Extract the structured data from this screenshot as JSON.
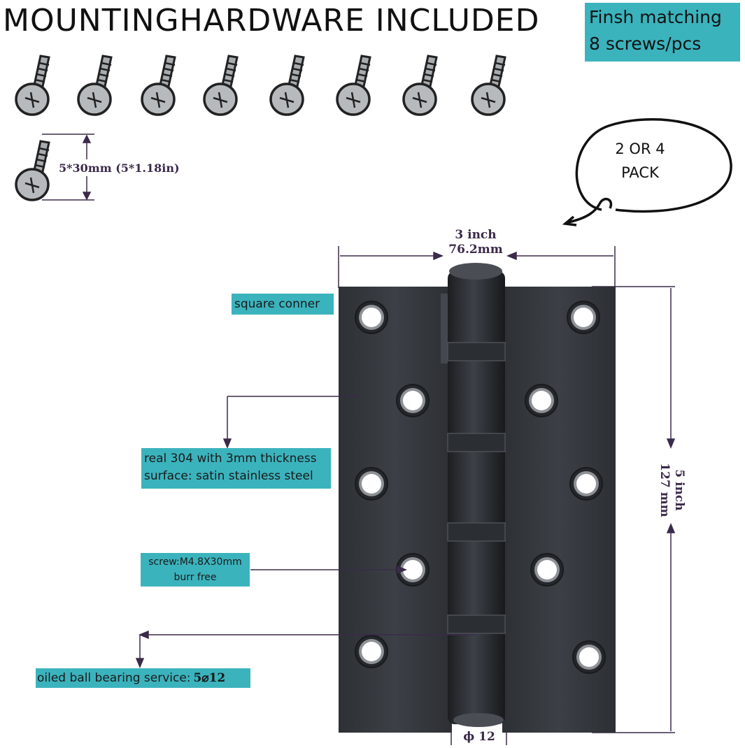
{
  "header": {
    "title": "MOUNTINGHARDWARE INCLUDED",
    "finish_line1": "Finsh matching",
    "finish_line2": "8 screws/pcs"
  },
  "screw_size": "5*30mm  (5*1.18in)",
  "pack_bubble": {
    "line1": "2 OR 4",
    "line2": "PACK"
  },
  "dimensions": {
    "width_inch": "3 inch",
    "width_mm": "76.2mm",
    "height_inch": "5 inch",
    "height_mm": "127 mm",
    "pin": "ϕ 12"
  },
  "callouts": {
    "square_corner": "square conner",
    "material_line1": "real 304 with 3mm thickness",
    "material_line2": "surface: satin stainless steel",
    "screw_line1": "screw:M4.8X30mm",
    "screw_line2": "burr free",
    "bearing_prefix": "oiled ball bearing service:",
    "bearing_value": "5⌀12"
  },
  "colors": {
    "callout_bg": "#3bb3bd",
    "hinge": "#3a3d42",
    "annotation_line": "#3b2a4a"
  }
}
